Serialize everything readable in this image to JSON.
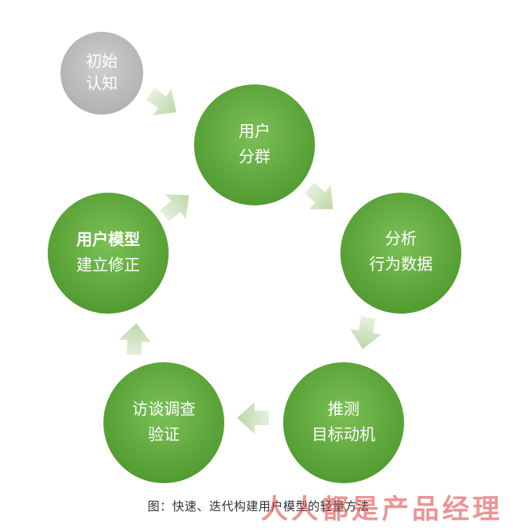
{
  "nodes": [
    {
      "id": "initial",
      "line1": "初始",
      "line2": "认知",
      "color": "#bdbdbd",
      "bold": false
    },
    {
      "id": "user-grouping",
      "line1": "用户",
      "line2": "分群",
      "color": "#5aa339",
      "bold": false
    },
    {
      "id": "behavior-data",
      "line1": "分析",
      "line2": "行为数据",
      "color": "#5aa339",
      "bold": false
    },
    {
      "id": "motivation",
      "line1": "推测",
      "line2": "目标动机",
      "color": "#5aa339",
      "bold": false
    },
    {
      "id": "interview",
      "line1": "访谈调查",
      "line2": "验证",
      "color": "#5aa339",
      "bold": false
    },
    {
      "id": "user-model",
      "line1": "用户模型",
      "line2": "建立修正",
      "color": "#5aa339",
      "bold": true
    }
  ],
  "arrow_color": "#cde3bf",
  "caption": "图：快速、迭代构建用户模型的轻量方法",
  "watermark": "人人都是产品经理"
}
